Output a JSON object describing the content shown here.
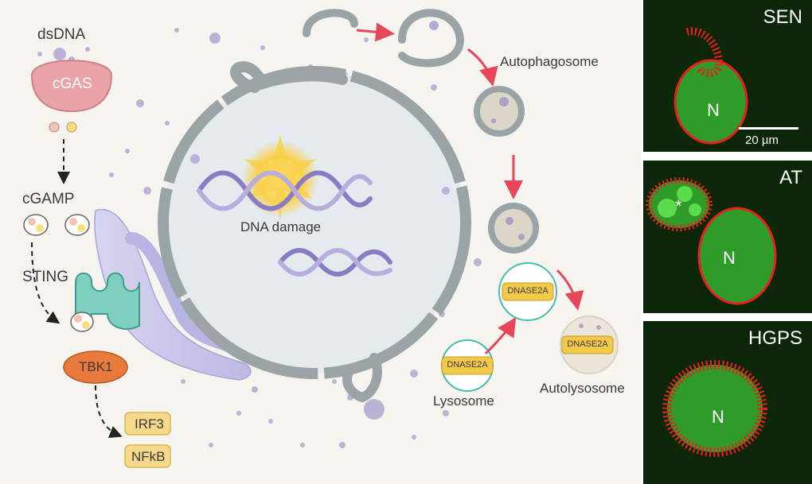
{
  "labels": {
    "dsdna": "dsDNA",
    "cgas": "cGAS",
    "cgamp": "cGAMP",
    "sting": "STING",
    "tbk1": "TBK1",
    "irf3": "IRF3",
    "nfkb": "NFkB",
    "dna_damage": "DNA damage",
    "autophagosome": "Autophagosome",
    "lysosome": "Lysosome",
    "autolysosome": "Autolysosome",
    "dnase2a": "DNASE2A"
  },
  "panels": [
    {
      "label": "SEN",
      "nucleus": "N",
      "scale_bar": "20 µm"
    },
    {
      "label": "AT",
      "nucleus": "N",
      "marker": "*"
    },
    {
      "label": "HGPS",
      "nucleus": "N"
    }
  ],
  "colors": {
    "cgas": "#e9a4a8",
    "sting": "#7fcfc0",
    "tbk1": "#ea7a3c",
    "irf_box": "#f7d98b",
    "dnase_box": "#f3c94a",
    "er": "#c9c6ea",
    "nucleus": "#e4eaee",
    "membrane": "#9aa3a6",
    "arrow_red": "#e8465b",
    "dna_purple": "#8a7cc3",
    "micrograph_green": "#2f9c2a",
    "micrograph_red": "#e8201c"
  },
  "icons": [
    "cytosolic-dna-dot",
    "dna-helix",
    "vesicle",
    "damage-burst"
  ]
}
